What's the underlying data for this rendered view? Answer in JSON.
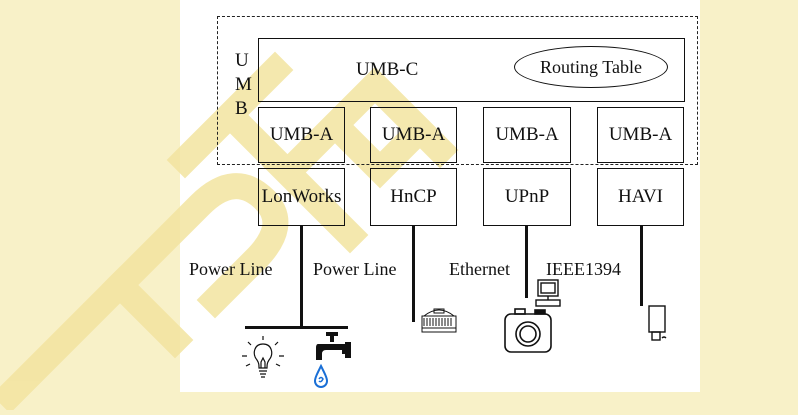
{
  "umb": {
    "letters": [
      "U",
      "M",
      "B"
    ]
  },
  "umb_c": {
    "label": "UMB-C",
    "routing_table": "Routing Table"
  },
  "adapters": [
    {
      "umb_a": "UMB-A",
      "network": "LonWorks",
      "medium": "Power Line"
    },
    {
      "umb_a": "UMB-A",
      "network": "HnCP",
      "medium": "Power Line"
    },
    {
      "umb_a": "UMB-A",
      "network": "UPnP",
      "medium": "Ethernet"
    },
    {
      "umb_a": "UMB-A",
      "network": "HAVI",
      "medium": "IEEE1394"
    }
  ],
  "devices": [
    "lightbulb-icon",
    "water-tap-icon",
    "rice-cooker-icon",
    "camera-icon",
    "computer-icon",
    "camcorder-icon"
  ],
  "colors": {
    "background": "#f8f1c8",
    "panel": "#ffffff",
    "line": "#111111",
    "watermark": "#f5e7a3",
    "water": "#1a6fd6"
  }
}
